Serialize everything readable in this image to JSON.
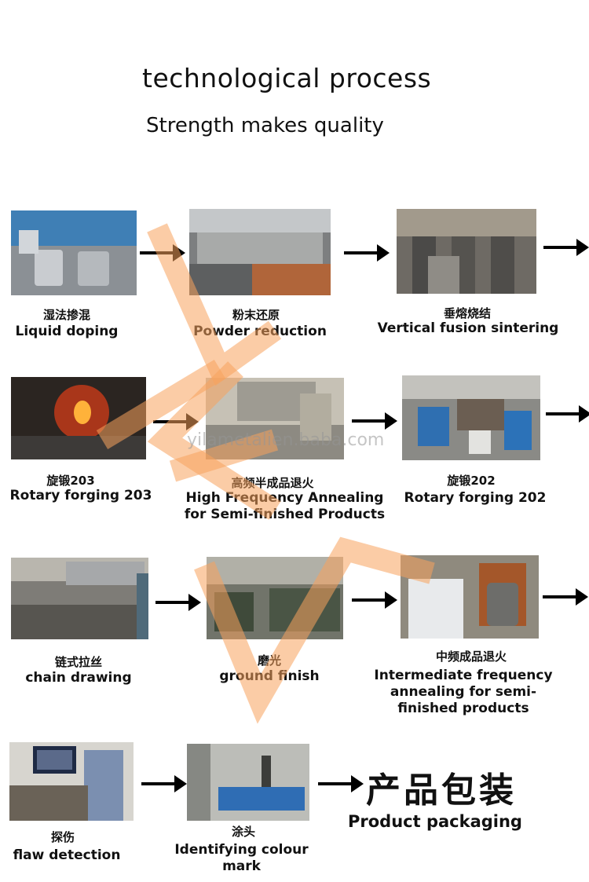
{
  "header": {
    "title": "technological process",
    "subtitle": "Strength makes quality"
  },
  "steps": [
    {
      "cn": "湿法掺混",
      "en": "Liquid doping"
    },
    {
      "cn": "粉末还原",
      "en": "Powder reduction"
    },
    {
      "cn": "垂熔烧结",
      "en": "Vertical fusion sintering"
    },
    {
      "cn": "旋锻203",
      "en": "Rotary forging 203"
    },
    {
      "cn": "高频半成品退火",
      "en": "High Frequency Annealing for Semi-finished Products"
    },
    {
      "cn": "旋锻202",
      "en": "Rotary forging 202"
    },
    {
      "cn": "链式拉丝",
      "en": "chain drawing"
    },
    {
      "cn": "磨光",
      "en": "ground finish"
    },
    {
      "cn": "中频成品退火",
      "en": "Intermediate frequency annealing for semi-finished products"
    },
    {
      "cn": "探伤",
      "en": "flaw detection"
    },
    {
      "cn": "涂头",
      "en": "Identifying colour mark"
    }
  ],
  "final": {
    "cn": "产品包装",
    "en": "Product packaging"
  },
  "watermark": {
    "text": "yilametalien.baba.com",
    "color": "#f7a35c"
  }
}
